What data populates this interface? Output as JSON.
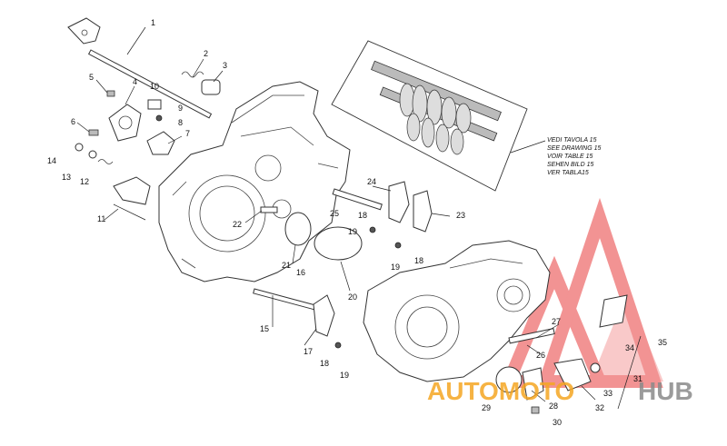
{
  "callouts": [
    {
      "n": "1"
    },
    {
      "n": "2"
    },
    {
      "n": "3"
    },
    {
      "n": "4"
    },
    {
      "n": "5"
    },
    {
      "n": "6"
    },
    {
      "n": "7"
    },
    {
      "n": "8"
    },
    {
      "n": "9"
    },
    {
      "n": "10"
    },
    {
      "n": "11"
    },
    {
      "n": "12"
    },
    {
      "n": "13"
    },
    {
      "n": "14"
    },
    {
      "n": "15"
    },
    {
      "n": "16"
    },
    {
      "n": "17"
    },
    {
      "n": "18"
    },
    {
      "n": "19"
    },
    {
      "n": "20"
    },
    {
      "n": "21"
    },
    {
      "n": "22"
    },
    {
      "n": "23"
    },
    {
      "n": "24"
    },
    {
      "n": "25"
    },
    {
      "n": "18"
    },
    {
      "n": "19"
    },
    {
      "n": "19"
    },
    {
      "n": "18"
    },
    {
      "n": "26"
    },
    {
      "n": "27"
    },
    {
      "n": "28"
    },
    {
      "n": "29"
    },
    {
      "n": "30"
    },
    {
      "n": "31"
    },
    {
      "n": "32"
    },
    {
      "n": "33"
    },
    {
      "n": "34"
    },
    {
      "n": "35"
    }
  ],
  "reference_note": [
    "VEDI TAVOLA 15",
    "SEE DRAWING 15",
    "VOIR TABLE 15",
    "SEHEN BILD 15",
    "VER TABLA15"
  ],
  "watermark": {
    "text_orange": "AUTOMOTO",
    "text_grey": "HUB",
    "color_red": "#e83b3b",
    "color_orange": "#f5a623",
    "color_grey": "#8a8a8a"
  }
}
